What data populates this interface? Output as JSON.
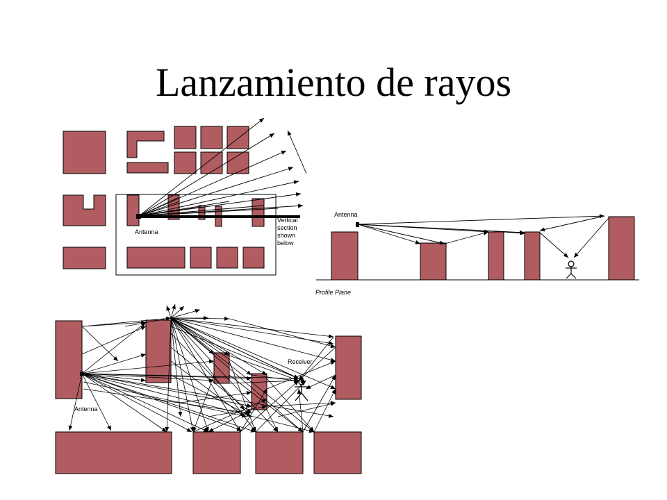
{
  "slide": {
    "title": "Lanzamiento de rayos"
  },
  "colors": {
    "building": "#b05c60",
    "outline": "#000000",
    "background": "#ffffff"
  },
  "plan_view": {
    "antenna_label": "Antenna",
    "section_label_lines": [
      "Vertical",
      "section",
      "shown",
      "below"
    ]
  },
  "profile_view": {
    "antenna_label": "Antenna",
    "plane_label": "Profile Plane",
    "receiver_icon": "stick-figure-icon"
  },
  "multipath_view": {
    "antenna_label": "Antenna",
    "receiver_label": "Receiver",
    "receiver_icon": "stick-figure-icon"
  }
}
